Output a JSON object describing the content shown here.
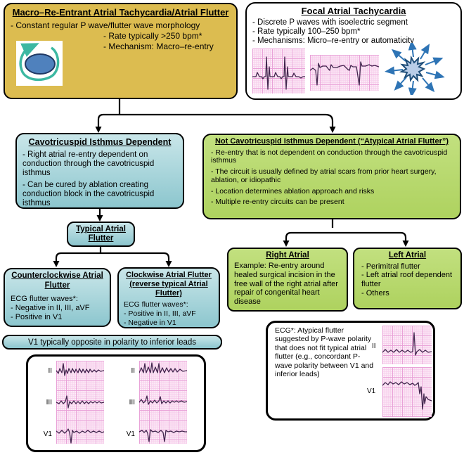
{
  "colors": {
    "gold": "#dcbc50",
    "teal_top": "#c9e6e9",
    "teal_bottom": "#8cc6ce",
    "green_top": "#c2e07f",
    "green_bottom": "#aed25f",
    "outline": "#000000",
    "ecg_trace": "#42264e",
    "ecg_grid_bg": "#fdeef8",
    "circuit_ellipse": "#4f81bd",
    "circuit_arrow": "#3cb8a2",
    "starburst_fill": "#b9cde8",
    "starburst_arrow": "#2e74b5"
  },
  "macro_box": {
    "title": "Macro–Re-Entrant Atrial Tachycardia/Atrial Flutter",
    "bullet1": "- Constant regular P wave/flutter wave morphology",
    "bullet2": "- Rate typically >250 bpm*",
    "bullet3": "- Mechanism: Macro–re-entry"
  },
  "focal_box": {
    "title": "Focal Atrial Tachycardia",
    "bullet1": "- Discrete P waves with isoelectric segment",
    "bullet2": "- Rate typically 100–250 bpm*",
    "bullet3": "- Mechanisms: Micro–re-entry or automaticity"
  },
  "cti_box": {
    "title": "Cavotricuspid Isthmus Dependent",
    "bullet1": "- Right atrial re-entry dependent on conduction through the cavotricuspid isthmus",
    "bullet2": "- Can be cured by ablation creating conduction block in the cavotricuspid isthmus"
  },
  "ncti_box": {
    "title": "Not Cavotricuspid Isthmus Dependent (“Atypical Atrial Flutter”)",
    "bullet1": "- Re-entry that is not dependent on conduction through the cavotricuspid isthmus",
    "bullet2": "- The circuit is usually defined by atrial scars from prior heart surgery, ablation, or idiopathic",
    "bullet3": "- Location determines ablation approach and risks",
    "bullet4": "- Multiple re-entry circuits can be present"
  },
  "typical_box": {
    "title": "Typical Atrial Flutter"
  },
  "ccw_box": {
    "title": "Counterclockwise Atrial Flutter",
    "lead_in": "ECG flutter waves*:",
    "bullet1": "- Negative in II, III, aVF",
    "bullet2": "- Positive in V1"
  },
  "cw_box": {
    "title": "Clockwise Atrial Flutter (reverse typical Atrial Flutter)",
    "lead_in": "ECG flutter waves*:",
    "bullet1": "- Positive in II, III, aVF",
    "bullet2": "- Negative in V1"
  },
  "right_atrial_box": {
    "title": "Right Atrial",
    "body": "Example: Re-entry around healed surgical incision in the free wall of the right atrial after repair of congenital heart disease"
  },
  "left_atrial_box": {
    "title": "Left Atrial",
    "bullet1": "- Perimitral flutter",
    "bullet2": "- Left atrial roof dependent flutter",
    "bullet3": "- Others"
  },
  "banner": {
    "text": "V1 typically opposite in polarity to inferior leads"
  },
  "ecg_compare_panel": {
    "left_leads": [
      "II",
      "III",
      "V1"
    ],
    "right_leads": [
      "II",
      "III",
      "V1"
    ]
  },
  "ecg_note_box": {
    "text": "ECG*: Atypical flutter suggested by P-wave polarity that does not fit typical atrial flutter (e.g., concordant P-wave polarity between V1 and inferior leads)",
    "lead_top": "II",
    "lead_bottom": "V1"
  }
}
